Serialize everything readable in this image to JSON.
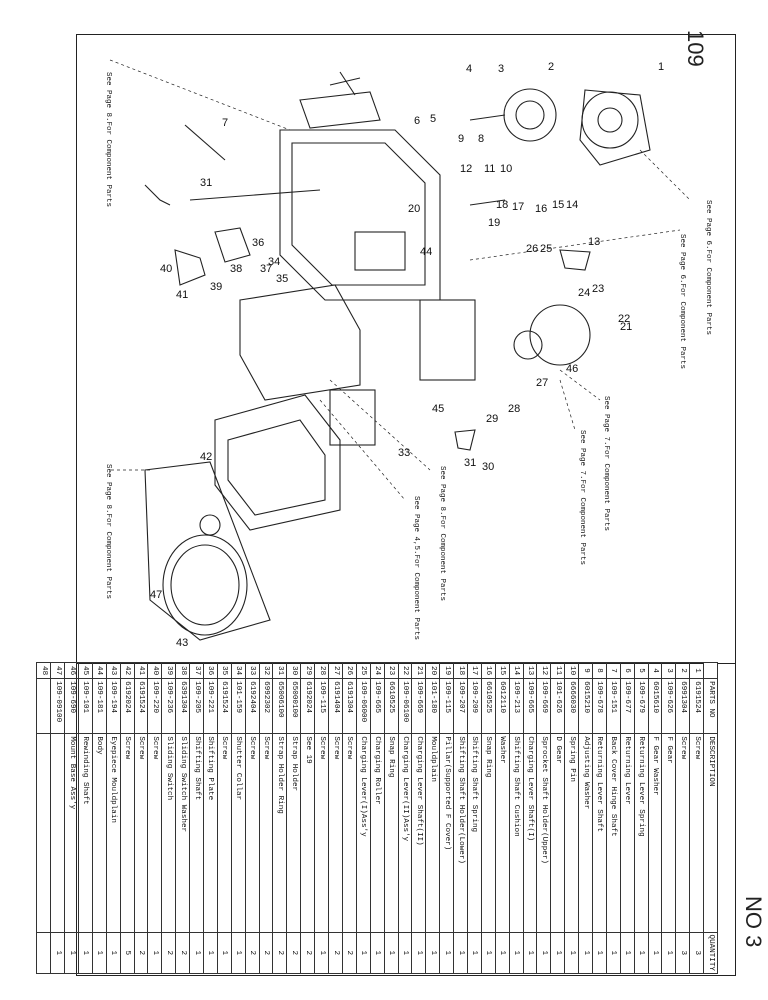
{
  "page_number": "109",
  "doc_number": "NO 3",
  "notes": [
    "See Page 8.For Component Parts",
    "See Page 6.For Component Parts",
    "See Page 6.For Component Parts",
    "See Page 7.For Component Parts",
    "See Page 7.For Component Parts",
    "See Page 8.For Component Parts",
    "See Page 4,5.For Component Parts",
    "See Page 8.For Component Parts"
  ],
  "callouts": [
    "1",
    "2",
    "3",
    "4",
    "5",
    "6",
    "7",
    "8",
    "9",
    "10",
    "11",
    "12",
    "13",
    "14",
    "15",
    "16",
    "17",
    "18",
    "19",
    "20",
    "21",
    "22",
    "23",
    "24",
    "25",
    "26",
    "27",
    "28",
    "29",
    "30",
    "31",
    "31",
    "33",
    "34",
    "35",
    "36",
    "37",
    "38",
    "39",
    "40",
    "41",
    "42",
    "43",
    "44",
    "45",
    "46",
    "47"
  ],
  "table": {
    "headers": {
      "no": "",
      "part": "PARTS NO",
      "desc": "DESCRIPTION",
      "qty": "QUANTITY"
    },
    "rows": [
      {
        "no": "1",
        "part": "6191524",
        "desc": "Screw",
        "qty": "3"
      },
      {
        "no": "2",
        "part": "6991304",
        "desc": "Screw",
        "qty": "3"
      },
      {
        "no": "3",
        "part": "109-626",
        "desc": "F Gear",
        "qty": "1"
      },
      {
        "no": "4",
        "part": "6015610",
        "desc": "F Gear Washer",
        "qty": "1"
      },
      {
        "no": "5",
        "part": "109-679",
        "desc": "Returning Lever Spring",
        "qty": "1"
      },
      {
        "no": "6",
        "part": "109-677",
        "desc": "Returning Lever",
        "qty": "1"
      },
      {
        "no": "7",
        "part": "109-151",
        "desc": "Back Cover Hinge Shaft",
        "qty": "1"
      },
      {
        "no": "8",
        "part": "109-678",
        "desc": "Returning Lever Shaft",
        "qty": "1"
      },
      {
        "no": "9",
        "part": "6015210",
        "desc": "Adjusting Washer",
        "qty": "1"
      },
      {
        "no": "10",
        "part": "6666030",
        "desc": "Spring Pin",
        "qty": "1"
      },
      {
        "no": "11",
        "part": "101-626",
        "desc": "D Gear",
        "qty": "1"
      },
      {
        "no": "12",
        "part": "109-669",
        "desc": "Sprocket Shaft Holder(Upper)",
        "qty": "1"
      },
      {
        "no": "13",
        "part": "109-665",
        "desc": "Charging Lever Shaft(I)",
        "qty": "1"
      },
      {
        "no": "14",
        "part": "109-213",
        "desc": "Shifting Shaft Cushion",
        "qty": "1"
      },
      {
        "no": "15",
        "part": "6012110",
        "desc": "Washer",
        "qty": "1"
      },
      {
        "no": "16",
        "part": "6610525",
        "desc": "Snap Ring",
        "qty": "1"
      },
      {
        "no": "17",
        "part": "109-209",
        "desc": "Shifting Shaft Spring",
        "qty": "1"
      },
      {
        "no": "18",
        "part": "109-207",
        "desc": "Shifting Shaft Holder(Lower)",
        "qty": "1"
      },
      {
        "no": "19",
        "part": "109-115",
        "desc": "Pillar(Supported F Cover)",
        "qty": "1"
      },
      {
        "no": "20",
        "part": "101-180",
        "desc": "Mouldplain",
        "qty": "1"
      },
      {
        "no": "21",
        "part": "109-669",
        "desc": "Charging Lever Shaft(II)",
        "qty": "1"
      },
      {
        "no": "22",
        "part": "109-06100",
        "desc": "Charging Lever(II)Ass'y",
        "qty": "1"
      },
      {
        "no": "23",
        "part": "6610525",
        "desc": "Snap Ring",
        "qty": "1"
      },
      {
        "no": "24",
        "part": "109-665",
        "desc": "Charging Roller",
        "qty": "1"
      },
      {
        "no": "25",
        "part": "109-06000",
        "desc": "Charging Lever(I)Ass'y",
        "qty": "1"
      },
      {
        "no": "26",
        "part": "6191304",
        "desc": "Screw",
        "qty": "2"
      },
      {
        "no": "27",
        "part": "6191404",
        "desc": "Screw",
        "qty": "2"
      },
      {
        "no": "28",
        "part": "109-115",
        "desc": "Screw",
        "qty": "1"
      },
      {
        "no": "29",
        "part": "6192024",
        "desc": "See 19",
        "qty": "2"
      },
      {
        "no": "30",
        "part": "65000100",
        "desc": "Strap Holder",
        "qty": "2"
      },
      {
        "no": "31",
        "part": "65006100",
        "desc": "Strap Holder Ring",
        "qty": "2"
      },
      {
        "no": "32",
        "part": "6992302",
        "desc": "Screw",
        "qty": "2"
      },
      {
        "no": "33",
        "part": "6192404",
        "desc": "Screw",
        "qty": "2"
      },
      {
        "no": "34",
        "part": "101-159",
        "desc": "Shutter Collar",
        "qty": "1"
      },
      {
        "no": "35",
        "part": "6191524",
        "desc": "Screw",
        "qty": "1"
      },
      {
        "no": "36",
        "part": "109-221",
        "desc": "Shifting Plate",
        "qty": "1"
      },
      {
        "no": "37",
        "part": "109-205",
        "desc": "Shifting Shaft",
        "qty": "1"
      },
      {
        "no": "38",
        "part": "6391304",
        "desc": "Sliding Switch Washer",
        "qty": "2"
      },
      {
        "no": "39",
        "part": "109-236",
        "desc": "Sliding Switch",
        "qty": "2"
      },
      {
        "no": "40",
        "part": "109-220",
        "desc": "Screw",
        "qty": "1"
      },
      {
        "no": "41",
        "part": "6191524",
        "desc": "Screw",
        "qty": "2"
      },
      {
        "no": "42",
        "part": "6192024",
        "desc": "Screw",
        "qty": "5"
      },
      {
        "no": "43",
        "part": "109-194",
        "desc": "Eyepiece Mouldplain",
        "qty": "1"
      },
      {
        "no": "44",
        "part": "109-181",
        "desc": "Body",
        "qty": "1"
      },
      {
        "no": "45",
        "part": "109-101",
        "desc": "Rewinding Shaft",
        "qty": "1"
      },
      {
        "no": "46",
        "part": "109-690",
        "desc": "Mount Base Ass'y",
        "qty": "1"
      },
      {
        "no": "47",
        "part": "109-09100",
        "desc": "",
        "qty": "1"
      },
      {
        "no": "48",
        "part": "",
        "desc": "",
        "qty": ""
      }
    ]
  }
}
